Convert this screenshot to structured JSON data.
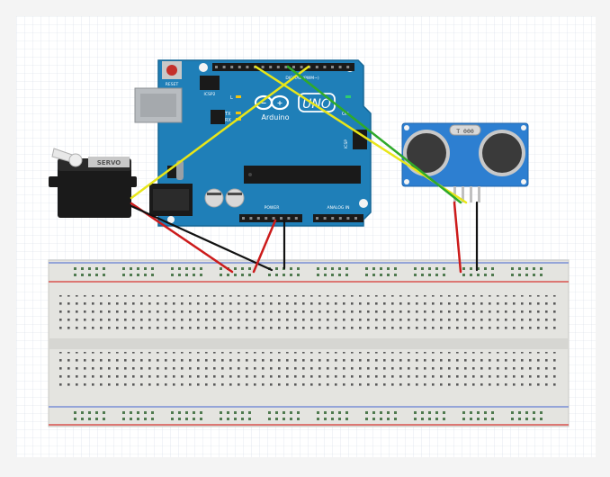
{
  "arduino": {
    "reset_label": "RESET",
    "icsp_label": "ICSP2",
    "brand": "Arduino",
    "model": "UNO",
    "led_l": "L",
    "led_tx": "TX",
    "led_rx": "RX",
    "on_label": "ON",
    "icsp_side_label": "ICSP",
    "power_label": "POWER",
    "analog_label": "ANALOG IN",
    "digital_label": "DIGITAL (PWM~)"
  },
  "servo": {
    "label": "SERVO"
  },
  "sensor": {
    "crystal_label": "T 000"
  },
  "colors": {
    "board_blue": "#1f7fb8",
    "sensor_blue": "#2d7fd1",
    "wire_red": "#cc1b1b",
    "wire_black": "#111111",
    "wire_yellow": "#e8e619",
    "wire_green": "#2faa2a",
    "breadboard": "#e6e6e2",
    "rail_red": "#d9534f",
    "rail_blue": "#7a8fd6"
  }
}
